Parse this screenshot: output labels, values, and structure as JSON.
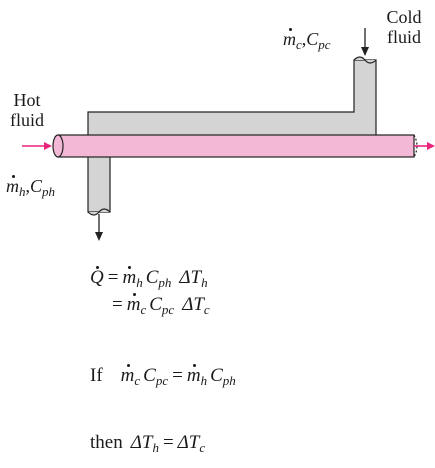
{
  "labels": {
    "cold_fluid_line1": "Cold",
    "cold_fluid_line2": "fluid",
    "hot_fluid_line1": "Hot",
    "hot_fluid_line2": "fluid"
  },
  "symbols": {
    "m": "m",
    "C": "C",
    "Q": "Q",
    "delta_T": "ΔT",
    "sub_c": "c",
    "sub_h": "h",
    "sub_pc": "pc",
    "sub_ph": "ph",
    "comma": ",",
    "equals": "="
  },
  "statements": {
    "if_word": "If",
    "then_word": "then"
  },
  "colors": {
    "tube_fill": "#f2b8d6",
    "tube_stroke": "#222222",
    "shell_fill": "#d4d4d4",
    "hot_arrow": "#e8247c",
    "cold_arrow": "#222222"
  }
}
